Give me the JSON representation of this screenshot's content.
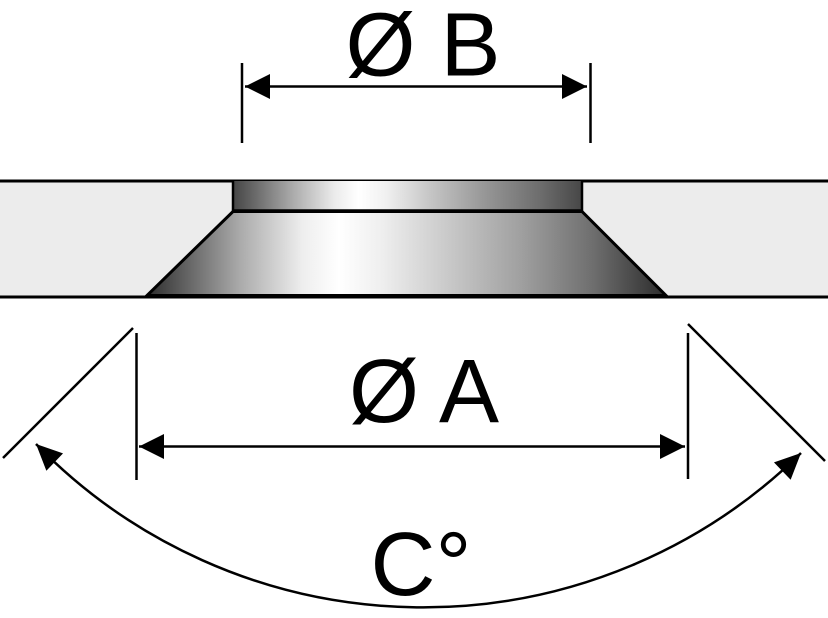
{
  "diagram": {
    "labels": {
      "diameter_b": "Ø B",
      "diameter_a": "Ø A",
      "angle": "C°"
    },
    "colors": {
      "background": "#ffffff",
      "line": "#000000",
      "plate_fill": "#ececec",
      "metal_dark": "#2d2d2d",
      "metal_highlight": "#ffffff"
    }
  }
}
